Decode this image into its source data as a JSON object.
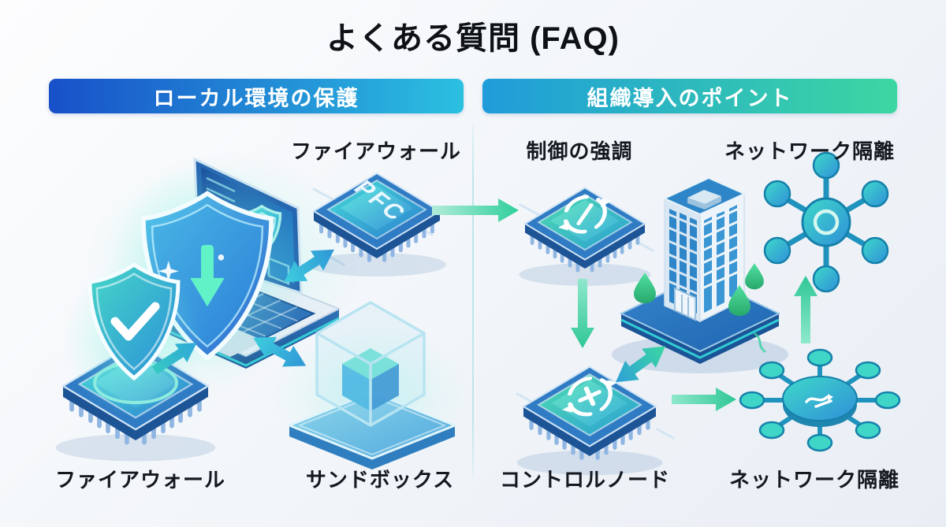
{
  "title": "よくある質問 (FAQ)",
  "left_section": {
    "header": "ローカル環境の保護",
    "firewall_top_label": "ファイアウォール",
    "firewall_bottom_label": "ファイアウォール",
    "sandbox_label": "サンドボックス",
    "chip_text": "PFC"
  },
  "right_section": {
    "header": "組織導入のポイント",
    "control_label": "制御の強調",
    "network_top_label": "ネットワーク隔離",
    "control_node_label": "コントロルノード",
    "network_bottom_label": "ネットワーク隔離"
  },
  "icons": {
    "left": [
      "shield-check-icon",
      "laptop-shield-icon",
      "firewall-chip-icon",
      "sandbox-cube-icon"
    ],
    "right": [
      "rotate-slash-chip-icon",
      "office-building-icon",
      "network-hub-icon",
      "rotate-plus-chip-icon",
      "network-spoke-icon"
    ]
  },
  "colors": {
    "background_start": "#fdfdfe",
    "background_end": "#e9eef5",
    "banner_left_gradient_start": "#1850c9",
    "banner_left_gradient_end": "#2bc0e0",
    "banner_right_gradient_start": "#1f9cda",
    "banner_right_gradient_end": "#3cd7a1",
    "title_text": "#0e1116",
    "label_text": "#14181f",
    "chip_body_blue": "#1d5496",
    "chip_face_teal": "#46ddd8",
    "chip_face_green": "#4fdcb0",
    "arrow_teal": "#2fcf9b",
    "arrow_blue": "#2f96d6",
    "shield_blue": "#2b66d0",
    "network_teal": "#3fd6c8"
  }
}
